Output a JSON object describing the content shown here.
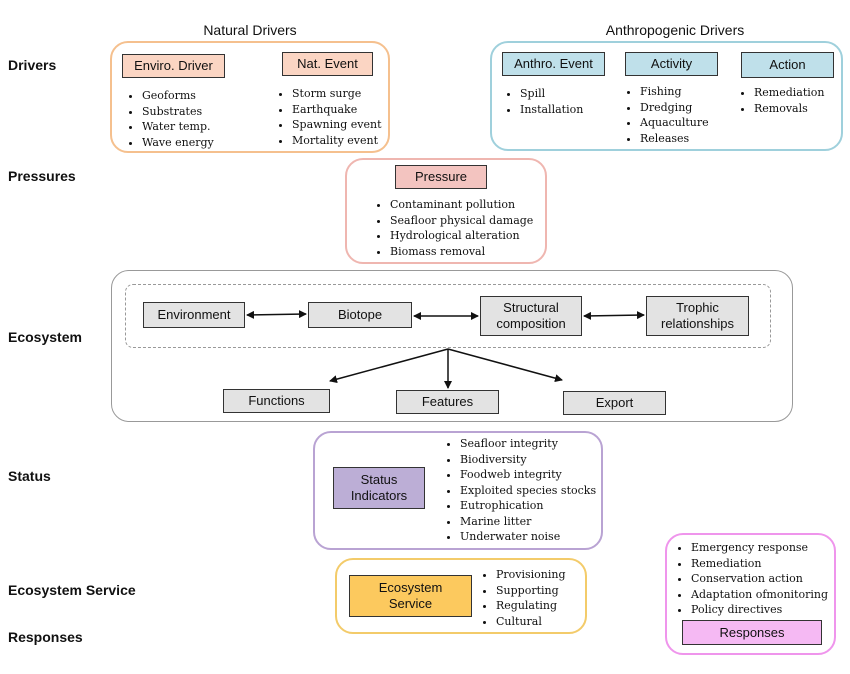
{
  "row_labels": {
    "drivers": "Drivers",
    "pressures": "Pressures",
    "ecosystem": "Ecosystem",
    "status": "Status",
    "ecosystem_service": "Ecosystem Service",
    "responses": "Responses"
  },
  "natural_drivers": {
    "title": "Natural Drivers",
    "enviro_driver": {
      "label": "Enviro. Driver",
      "items": [
        "Geoforms",
        "Substrates",
        "Water  temp.",
        "Wave energy"
      ]
    },
    "nat_event": {
      "label": "Nat. Event",
      "items": [
        "Storm surge",
        "Earthquake",
        "Spawning event",
        "Mortality event"
      ]
    }
  },
  "anthropogenic_drivers": {
    "title": "Anthropogenic Drivers",
    "anthro_event": {
      "label": "Anthro. Event",
      "items": [
        "Spill",
        "Installation"
      ]
    },
    "activity": {
      "label": "Activity",
      "items": [
        "Fishing",
        "Dredging",
        "Aquaculture",
        "Releases"
      ]
    },
    "action": {
      "label": "Action",
      "items": [
        "Remediation",
        "Removals"
      ]
    }
  },
  "pressure": {
    "label": "Pressure",
    "items": [
      "Contaminant pollution",
      "Seafloor physical damage",
      "Hydrological alteration",
      "Biomass removal"
    ]
  },
  "ecosystem": {
    "environment": "Environment",
    "biotope": "Biotope",
    "structural_composition": "Structural composition",
    "trophic_relationships": "Trophic relationships",
    "functions": "Functions",
    "features": "Features",
    "export": "Export"
  },
  "status": {
    "label": "Status Indicators",
    "items": [
      "Seafloor integrity",
      "Biodiversity",
      "Foodweb integrity",
      "Exploited species stocks",
      "Eutrophication",
      "Marine litter",
      "Underwater noise"
    ]
  },
  "ecosystem_service": {
    "label": "Ecosystem Service",
    "items": [
      "Provisioning",
      "Supporting",
      "Regulating",
      "Cultural"
    ]
  },
  "responses": {
    "label": "Responses",
    "items": [
      "Emergency response",
      "Remediation",
      "Conservation action",
      "Adaptation ofmonitoring",
      "Policy directives"
    ]
  },
  "colors": {
    "natural_border": "#f5c08e",
    "natural_fill": "#fbd5c3",
    "anthro_border": "#9fd0dc",
    "anthro_fill": "#bfe0ea",
    "pressure_border": "#efb6b0",
    "pressure_fill": "#f3c4c0",
    "ecosystem_border": "#999999",
    "node_fill": "#e3e3e3",
    "status_border": "#b9a3d3",
    "status_fill": "#bcaed6",
    "service_border": "#f3cb6a",
    "service_fill": "#fcc95e",
    "responses_border": "#ef95ec",
    "responses_fill": "#f5b9f3"
  }
}
